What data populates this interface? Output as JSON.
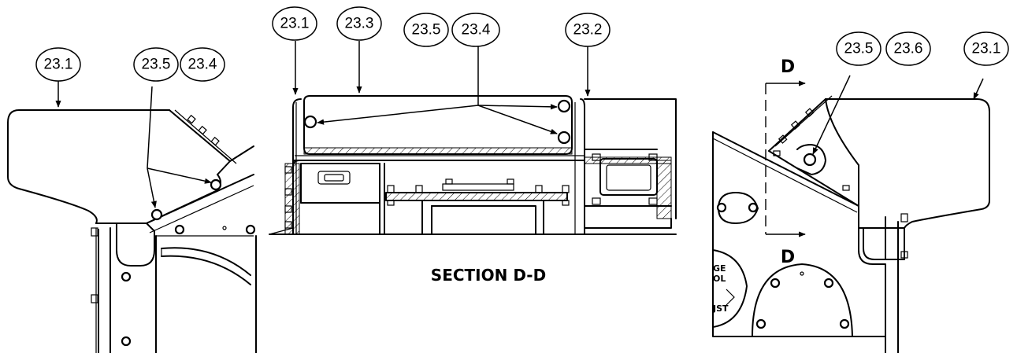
{
  "callouts": {
    "left_view": [
      "23.1",
      "23.5",
      "23.4"
    ],
    "section_view": [
      "23.1",
      "23.3",
      "23.5",
      "23.4",
      "23.2"
    ],
    "right_view": [
      "23.5",
      "23.6",
      "23.1"
    ]
  },
  "section": {
    "letter_top": "D",
    "letter_bottom": "D",
    "caption": "SECTION D-D"
  }
}
